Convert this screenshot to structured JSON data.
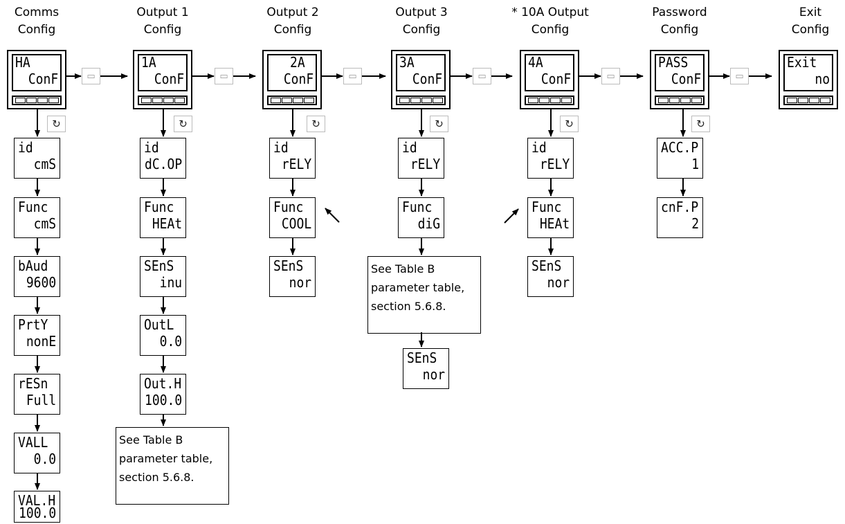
{
  "columns": [
    {
      "header": [
        "Comms",
        "Config"
      ],
      "main": [
        "HA",
        "ConF"
      ],
      "params": [
        [
          "id",
          "cmS"
        ],
        [
          "Func",
          "cmS"
        ],
        [
          "bAud",
          "9600"
        ],
        [
          "PrtY",
          "nonE"
        ],
        [
          "rESn",
          "Full"
        ],
        [
          "VALL",
          "0.0"
        ],
        [
          "VAL.H",
          "100.0"
        ]
      ]
    },
    {
      "header": [
        "Output 1",
        "Config"
      ],
      "main": [
        "1A",
        "ConF"
      ],
      "params": [
        [
          "id",
          "dC.OP"
        ],
        [
          "Func",
          "HEAt"
        ],
        [
          "SEnS",
          "inu"
        ],
        [
          "OutL",
          "0.0"
        ],
        [
          "Out.H",
          "100.0"
        ]
      ]
    },
    {
      "header": [
        "Output 2",
        "Config"
      ],
      "main": [
        "2A",
        "ConF"
      ],
      "params": [
        [
          "id",
          "rELY"
        ],
        [
          "Func",
          "COOL"
        ],
        [
          "SEnS",
          "nor"
        ]
      ]
    },
    {
      "header": [
        "Output 3",
        "Config"
      ],
      "main": [
        "3A",
        "ConF"
      ],
      "params": [
        [
          "id",
          "rELY"
        ],
        [
          "Func",
          "diG"
        ],
        [
          "SEnS",
          "nor"
        ]
      ]
    },
    {
      "header": [
        "* 10A Output",
        "Config"
      ],
      "main": [
        "4A",
        "ConF"
      ],
      "params": [
        [
          "id",
          "rELY"
        ],
        [
          "Func",
          "HEAt"
        ],
        [
          "SEnS",
          "nor"
        ]
      ]
    },
    {
      "header": [
        "Password",
        "Config"
      ],
      "main": [
        "PASS",
        "ConF"
      ],
      "params": [
        [
          "ACC.P",
          "1"
        ],
        [
          "cnF.P",
          "2"
        ]
      ]
    },
    {
      "header": [
        "Exit",
        "Config"
      ],
      "main": [
        "Exit",
        "no"
      ],
      "params": []
    }
  ],
  "notes": {
    "output1": [
      "See Table B",
      "parameter table,",
      "section 5.6.8."
    ],
    "output3": [
      "See Table B",
      "parameter table,",
      "section 5.6.8."
    ]
  },
  "icons": {
    "page_button": "page-key-icon",
    "scroll_button": "scroll-key-icon",
    "diagonal_arrows": [
      "arrow-up-left",
      "arrow-up-right"
    ]
  }
}
